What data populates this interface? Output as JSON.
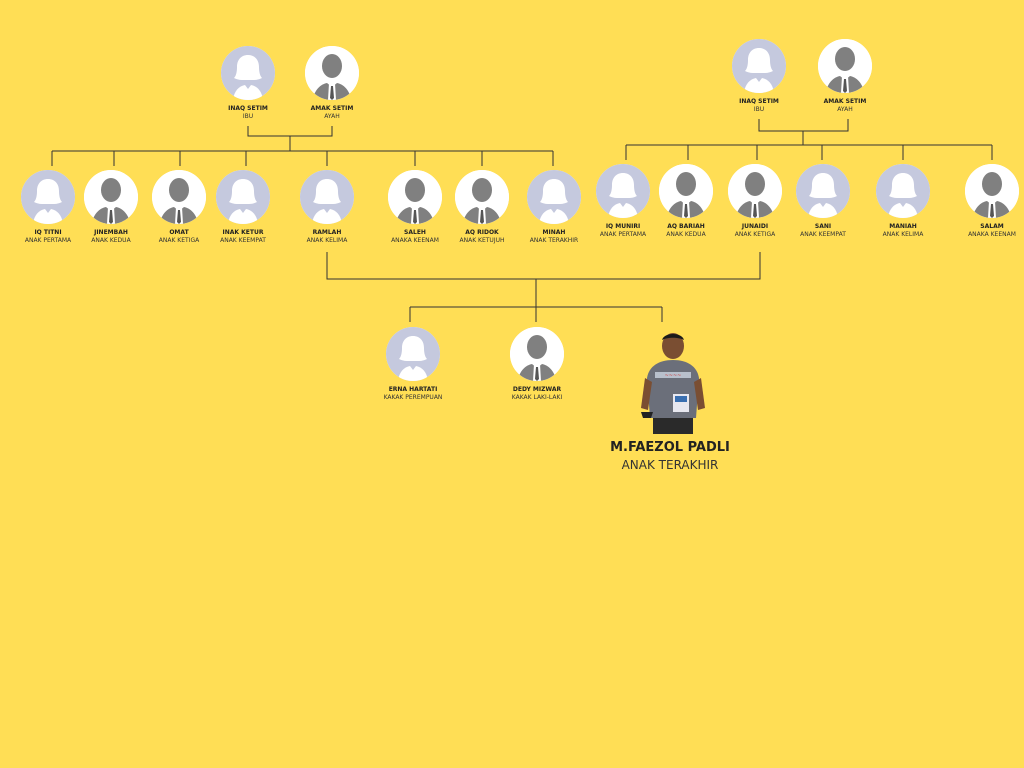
{
  "colors": {
    "background": "#FFDE55",
    "line": "#333333",
    "female_avatar_bg": "#C5C9DE",
    "male_avatar_bg": "#808080"
  },
  "left_family": {
    "mother": {
      "name": "INAQ SETIM",
      "role": "IBU",
      "icon": "female-avatar-icon"
    },
    "father": {
      "name": "AMAK SETIM",
      "role": "AYAH",
      "icon": "male-avatar-icon"
    },
    "children": [
      {
        "name": "IQ TITNI",
        "role": "ANAK PERTAMA",
        "icon": "female-avatar-icon"
      },
      {
        "name": "JINEMBAH",
        "role": "ANAK KEDUA",
        "icon": "male-avatar-icon"
      },
      {
        "name": "OMAT",
        "role": "ANAK KETIGA",
        "icon": "male-avatar-icon"
      },
      {
        "name": "INAK KETUR",
        "role": "ANAK KEEMPAT",
        "icon": "female-avatar-icon"
      },
      {
        "name": "RAMLAH",
        "role": "ANAK KELIMA",
        "icon": "female-avatar-icon"
      },
      {
        "name": "SALEH",
        "role": "ANAKA KEENAM",
        "icon": "male-avatar-icon"
      },
      {
        "name": "AQ RIDOK",
        "role": "ANAK KETUJUH",
        "icon": "male-avatar-icon"
      },
      {
        "name": "MINAH",
        "role": "ANAK TERAKHIR",
        "icon": "female-avatar-icon"
      }
    ]
  },
  "right_family": {
    "mother": {
      "name": "INAQ SETIM",
      "role": "IBU",
      "icon": "female-avatar-icon"
    },
    "father": {
      "name": "AMAK SETIM",
      "role": "AYAH",
      "icon": "male-avatar-icon"
    },
    "children": [
      {
        "name": "IQ MUNIRI",
        "role": "ANAK PERTAMA",
        "icon": "female-avatar-icon"
      },
      {
        "name": "AQ BARIAH",
        "role": "ANAK KEDUA",
        "icon": "male-avatar-icon"
      },
      {
        "name": "JUNAIDI",
        "role": "ANAK KETIGA",
        "icon": "male-avatar-icon"
      },
      {
        "name": "SANI",
        "role": "ANAK KEEMPAT",
        "icon": "female-avatar-icon"
      },
      {
        "name": "MANIAH",
        "role": "ANAK KELIMA",
        "icon": "female-avatar-icon"
      },
      {
        "name": "SALAM",
        "role": "ANAKA KEENAM",
        "icon": "male-avatar-icon"
      }
    ]
  },
  "grandchildren": [
    {
      "name": "ERNA HARTATI",
      "role": "KAKAK PEREMPUAN",
      "icon": "female-avatar-icon"
    },
    {
      "name": "DEDY MIZWAR",
      "role": "KAKAK LAKI-LAKI",
      "icon": "male-avatar-icon"
    }
  ],
  "main_person": {
    "name": "M.FAEZOL PADLI",
    "role": "ANAK TERAKHIR",
    "icon": "person-photo"
  }
}
